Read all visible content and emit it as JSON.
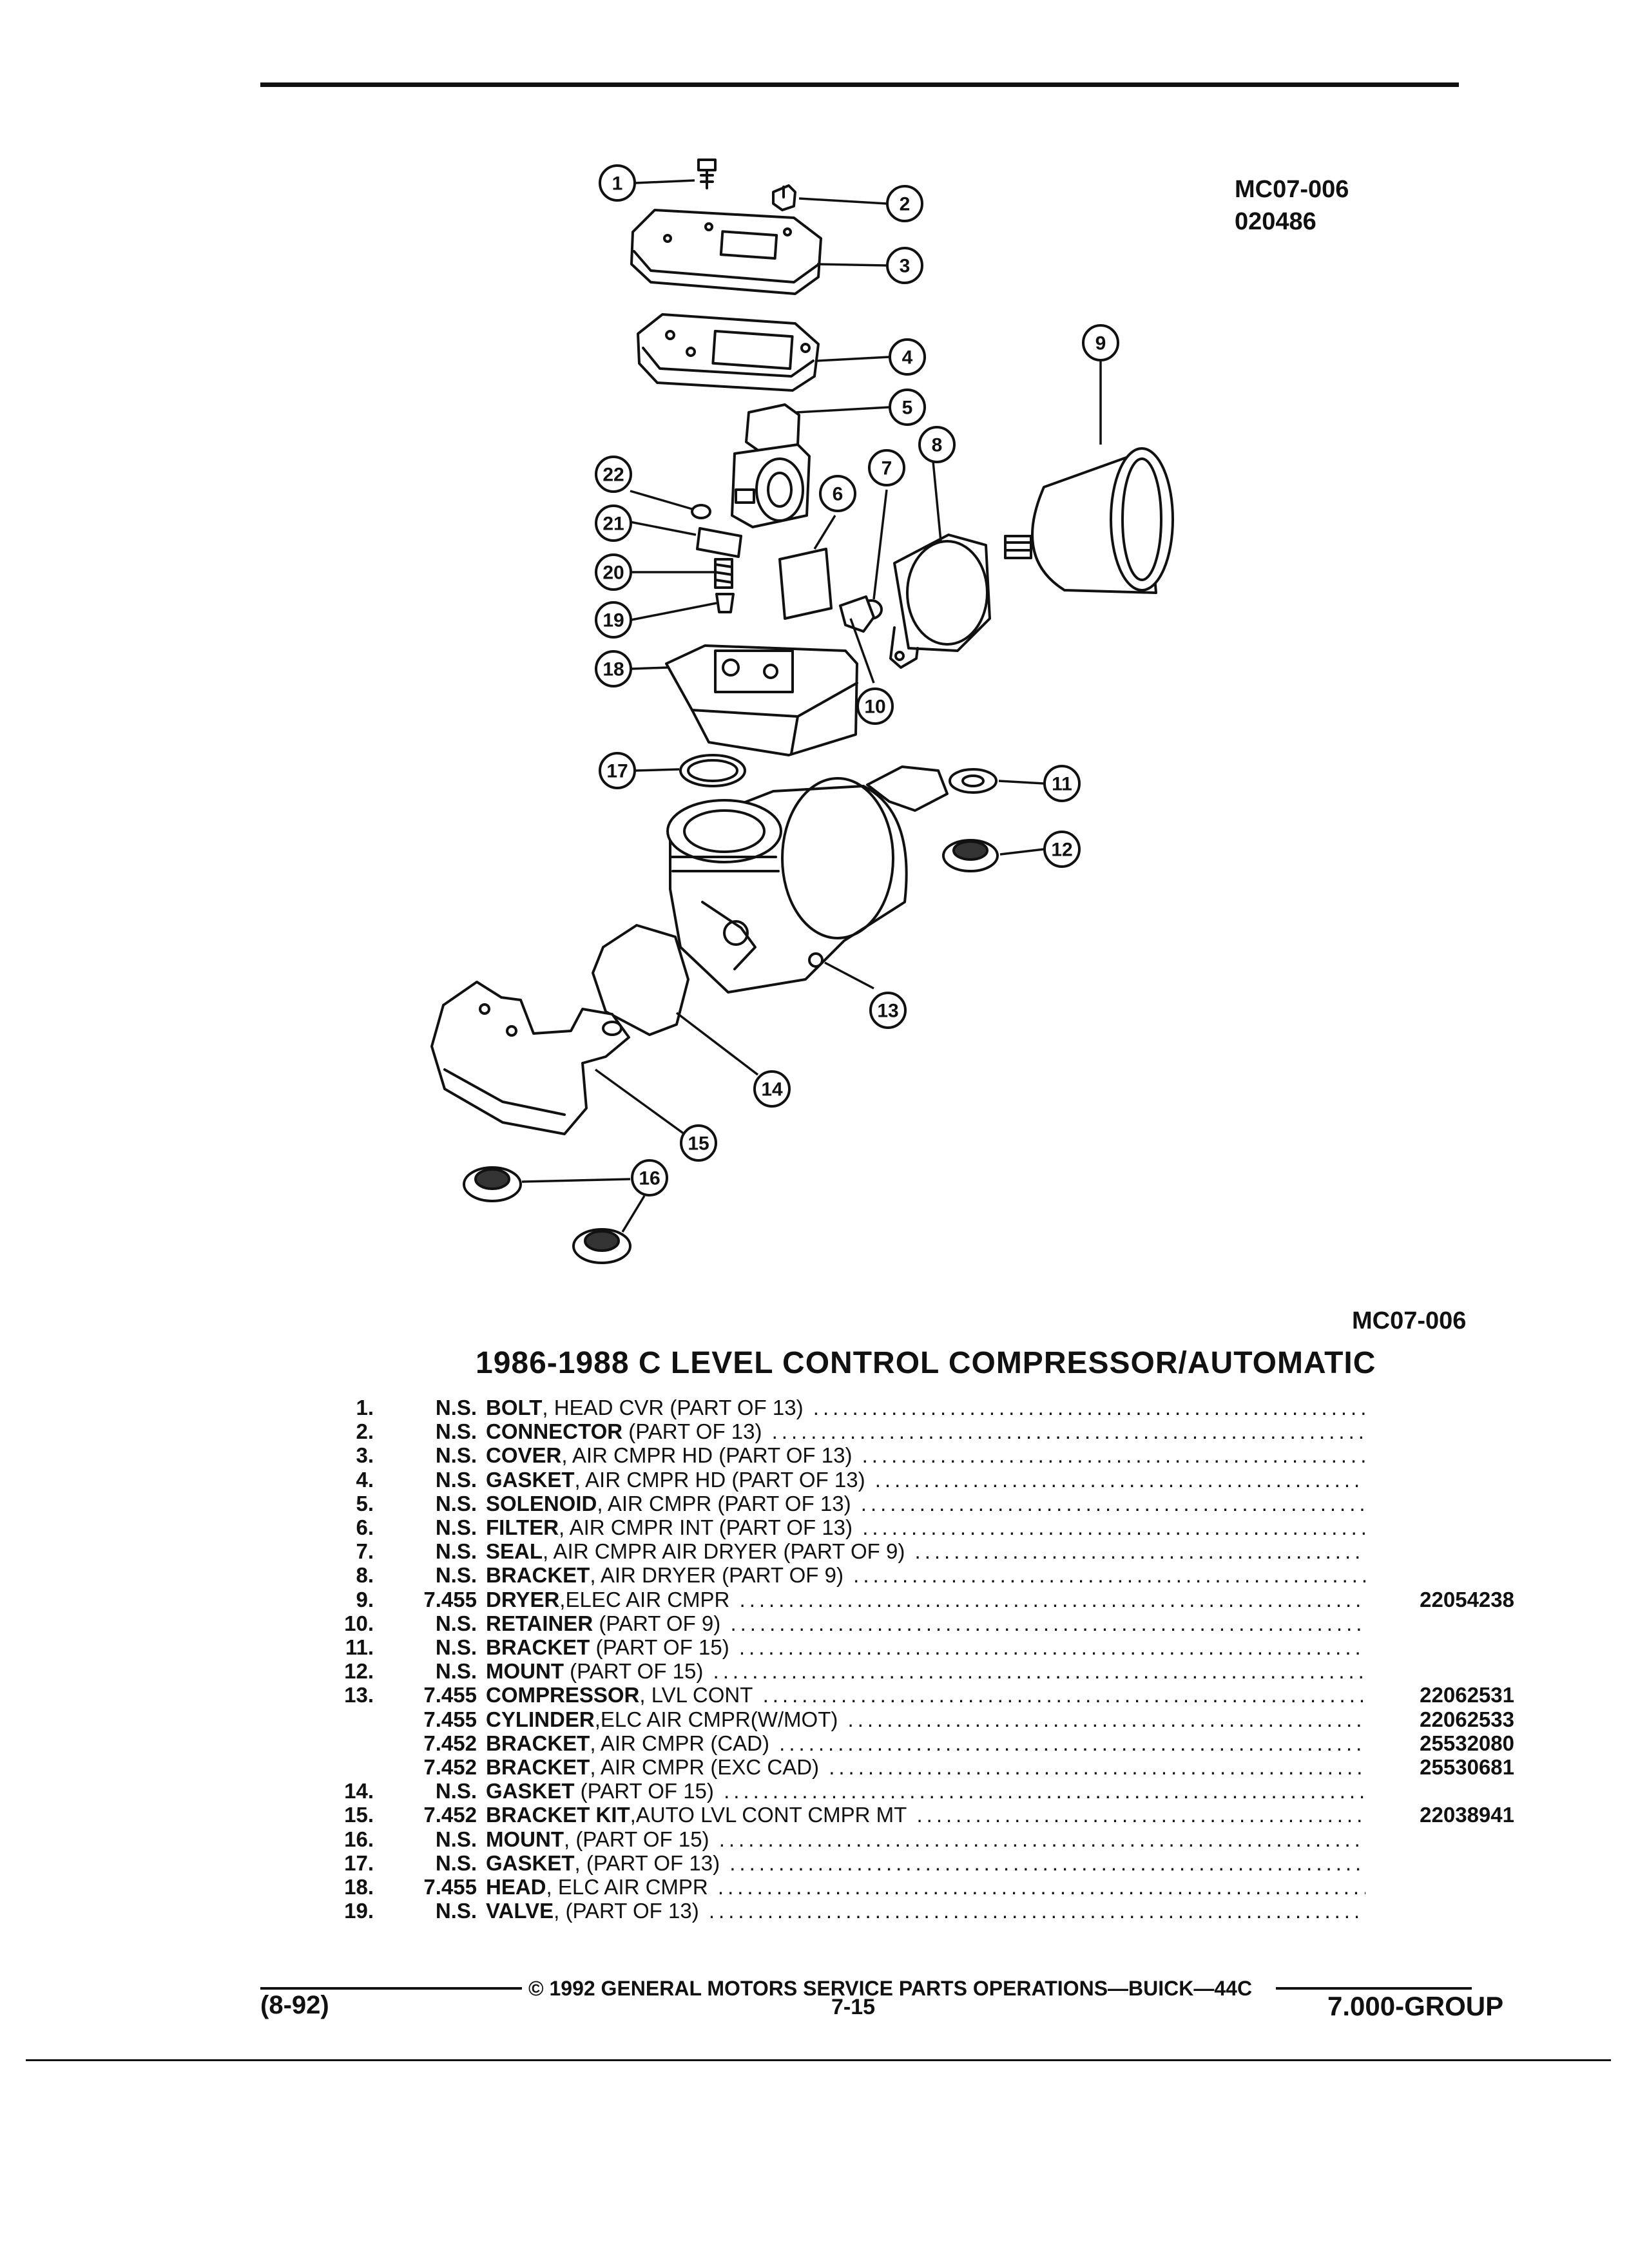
{
  "header": {
    "ref_code": "MC07-006",
    "ref_date": "020486"
  },
  "diagram": {
    "callouts": [
      "1",
      "2",
      "3",
      "4",
      "5",
      "6",
      "7",
      "8",
      "9",
      "10",
      "11",
      "12",
      "13",
      "14",
      "15",
      "16",
      "17",
      "18",
      "19",
      "20",
      "21",
      "22"
    ],
    "caption": "MC07-006"
  },
  "title": "1986-1988 C LEVEL CONTROL COMPRESSOR/AUTOMATIC",
  "parts": [
    {
      "num": "1.",
      "group": "N.S.",
      "name": "BOLT",
      "rest": ", HEAD CVR (PART OF 13)",
      "part": ""
    },
    {
      "num": "2.",
      "group": "N.S.",
      "name": "CONNECTOR",
      "rest": " (PART OF 13)",
      "part": ""
    },
    {
      "num": "3.",
      "group": "N.S.",
      "name": "COVER",
      "rest": ", AIR CMPR HD (PART OF 13)",
      "part": ""
    },
    {
      "num": "4.",
      "group": "N.S.",
      "name": "GASKET",
      "rest": ", AIR CMPR HD (PART OF 13)",
      "part": ""
    },
    {
      "num": "5.",
      "group": "N.S.",
      "name": "SOLENOID",
      "rest": ", AIR CMPR (PART OF 13)",
      "part": ""
    },
    {
      "num": "6.",
      "group": "N.S.",
      "name": "FILTER",
      "rest": ", AIR CMPR INT (PART OF 13)",
      "part": ""
    },
    {
      "num": "7.",
      "group": "N.S.",
      "name": "SEAL",
      "rest": ", AIR CMPR AIR DRYER (PART OF 9)",
      "part": ""
    },
    {
      "num": "8.",
      "group": "N.S.",
      "name": "BRACKET",
      "rest": ", AIR DRYER (PART OF 9)",
      "part": ""
    },
    {
      "num": "9.",
      "group": "7.455",
      "name": "DRYER",
      "rest": ",ELEC AIR CMPR",
      "part": "22054238"
    },
    {
      "num": "10.",
      "group": "N.S.",
      "name": "RETAINER",
      "rest": " (PART OF 9)",
      "part": ""
    },
    {
      "num": "11.",
      "group": "N.S.",
      "name": "BRACKET",
      "rest": " (PART OF 15)",
      "part": ""
    },
    {
      "num": "12.",
      "group": "N.S.",
      "name": "MOUNT",
      "rest": " (PART OF 15)",
      "part": ""
    },
    {
      "num": "13.",
      "group": "7.455",
      "name": "COMPRESSOR",
      "rest": ", LVL CONT",
      "part": "22062531"
    },
    {
      "num": "",
      "group": "7.455",
      "name": "CYLINDER",
      "rest": ",ELC AIR CMPR(W/MOT)",
      "part": "22062533"
    },
    {
      "num": "",
      "group": "7.452",
      "name": "BRACKET",
      "rest": ", AIR CMPR (CAD)",
      "part": "25532080"
    },
    {
      "num": "",
      "group": "7.452",
      "name": "BRACKET",
      "rest": ", AIR CMPR (EXC CAD)",
      "part": "25530681"
    },
    {
      "num": "14.",
      "group": "N.S.",
      "name": "GASKET",
      "rest": " (PART OF 15)",
      "part": ""
    },
    {
      "num": "15.",
      "group": "7.452",
      "name": "BRACKET KIT",
      "rest": ",AUTO LVL CONT CMPR MT",
      "part": "22038941"
    },
    {
      "num": "16.",
      "group": "N.S.",
      "name": "MOUNT",
      "rest": ", (PART OF 15)",
      "part": ""
    },
    {
      "num": "17.",
      "group": "N.S.",
      "name": "GASKET",
      "rest": ", (PART OF 13)",
      "part": ""
    },
    {
      "num": "18.",
      "group": "7.455",
      "name": "HEAD",
      "rest": ", ELC AIR CMPR",
      "part": ""
    },
    {
      "num": "19.",
      "group": "N.S.",
      "name": "VALVE",
      "rest": ", (PART OF 13)",
      "part": ""
    }
  ],
  "footer": {
    "copyright": "© 1992 GENERAL MOTORS SERVICE PARTS OPERATIONS—BUICK—44C",
    "revision": "(8-92)",
    "page": "7-15",
    "group": "7.000-GROUP"
  }
}
